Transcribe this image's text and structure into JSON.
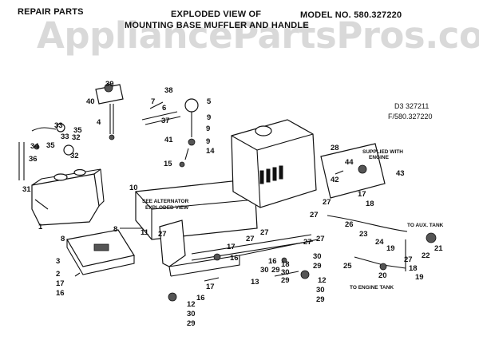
{
  "header": {
    "repair_parts": "REPAIR PARTS",
    "title_line1": "EXPLODED VIEW OF",
    "title_line2": "MOUNTING BASE MUFFLER AND HANDLE",
    "model": "MODEL NO. 580.327220"
  },
  "watermark": "AppliancePartsPros.com",
  "reference": {
    "line1": "D3 327211",
    "line2": "F/580.327220"
  },
  "notes": {
    "alternator_line1": "SEE ALTERNATOR",
    "alternator_line2": "EXPLODED VIEW",
    "supplied_line1": "SUPPLIED WITH",
    "supplied_line2": "ENGINE",
    "aux_tank": "TO AUX. TANK",
    "engine_tank": "TO ENGINE TANK"
  },
  "part_numbers": [
    "39",
    "38",
    "40",
    "7",
    "6",
    "5",
    "37",
    "4",
    "33",
    "35",
    "32",
    "34",
    "36",
    "31",
    "41",
    "9",
    "14",
    "15",
    "10",
    "1",
    "8",
    "11",
    "3",
    "2",
    "17",
    "16",
    "27",
    "12",
    "30",
    "29",
    "13",
    "28",
    "44",
    "42",
    "43",
    "18",
    "26",
    "23",
    "24",
    "19",
    "21",
    "22",
    "25",
    "20"
  ]
}
